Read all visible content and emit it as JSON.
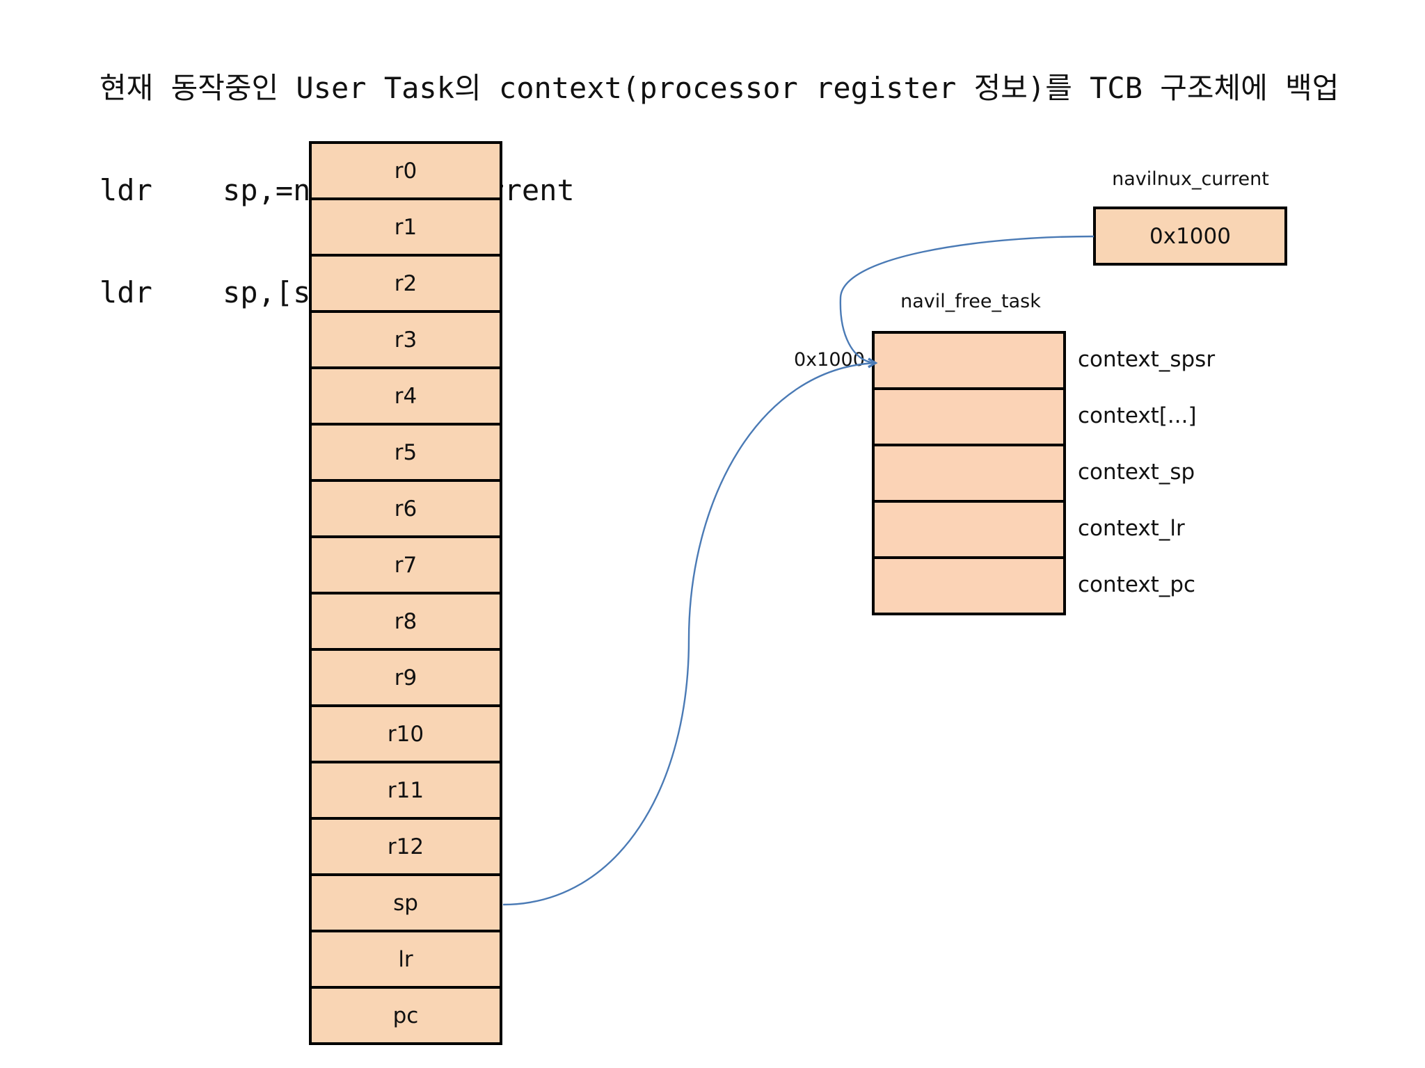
{
  "header": {
    "title": "현재 동작중인 User Task의 context(processor register 정보)를 TCB 구조체에 백업",
    "code_lines": [
      {
        "mnemonic": "ldr",
        "operands": "sp,=navilnux_current"
      },
      {
        "mnemonic": "ldr",
        "operands": "sp,[sp]"
      }
    ]
  },
  "registers": [
    "r0",
    "r1",
    "r2",
    "r3",
    "r4",
    "r5",
    "r6",
    "r7",
    "r8",
    "r9",
    "r10",
    "r11",
    "r12",
    "sp",
    "lr",
    "pc"
  ],
  "tcb": {
    "name": "navil_free_task",
    "address_label": "0x1000",
    "fields": [
      "context_spsr",
      "context[...]",
      "context_sp",
      "context_lr",
      "context_pc"
    ]
  },
  "current": {
    "name": "navilnux_current",
    "value": "0x1000"
  },
  "colors": {
    "box_fill": "#f9d5b4",
    "border": "#000000",
    "arrow": "#4a7ab5"
  }
}
